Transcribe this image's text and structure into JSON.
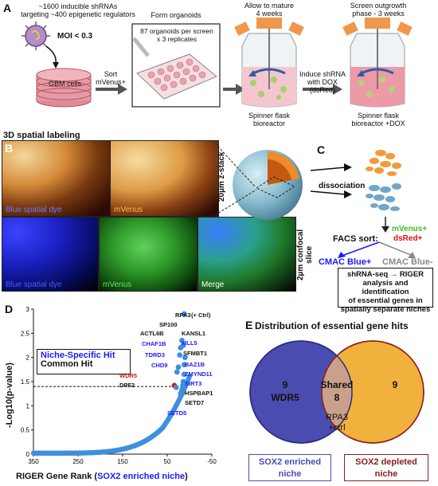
{
  "panel_a": {
    "letter": "A",
    "library_line1": "~1600 inducible shRNAs",
    "library_line2": "targeting ~400 epigenetic regulators",
    "moi": "MOI < 0.3",
    "gbm_label": "GBM cells",
    "sort_line1": "Sort",
    "sort_line2": "mVenus+",
    "form_title": "Form organoids",
    "plate_line1": "87 organoids per screen",
    "plate_line2": "x 3 replicates",
    "mature_line1": "Allow to mature",
    "mature_line2": "4 weeks",
    "spinner1_line1": "Spinner flask",
    "spinner1_line2": "bioreactor",
    "induce_line1": "Induce shRNA",
    "induce_line2": "with DOX (dsRed)",
    "outgrowth_line1": "Screen outgrowth",
    "outgrowth_line2": "phase - 3 weeks",
    "spinner2_line1": "Spinner flask",
    "spinner2_line2": "bioreactor +DOX"
  },
  "panel_b": {
    "title": "3D spatial labeling",
    "letter": "B",
    "img_blue_dye": "Blue spatial dye",
    "img_mvenus": "mVenus",
    "img_blue_dye2": "Blue spatial dye",
    "img_mvenus2": "mVenus",
    "img_merge": "Merge",
    "zstack": "20µm z-stack",
    "confocal": "2µm confocal slice"
  },
  "panel_c": {
    "letter": "C",
    "dissociation": "dissociation",
    "facs": "FACS sort:",
    "mvenus_plus": "mVenus+",
    "dsred_plus": "dsRed+",
    "cmac_blue_plus": "CMAC Blue+",
    "cmac_blue_minus": "CMAC Blue-",
    "box_line1": "shRNA-seq → RIGER",
    "box_line2": "analysis and identification",
    "box_line3": "of essential genes in",
    "box_line4": "spatially separate niches"
  },
  "panel_d": {
    "letter": "D",
    "legend_niche": "Niche-Specific Hit",
    "legend_common": "Common Hit",
    "ylabel": "-Log10(p-value)",
    "xlabel_black": "RIGER Gene Rank (",
    "xlabel_blue": "SOX2 enriched niche",
    "xlabel_end": ")"
  },
  "chart_data": {
    "type": "scatter",
    "xlim": [
      350,
      -50
    ],
    "ylim": [
      0,
      3
    ],
    "x_ticks": [
      350,
      250,
      150,
      50,
      -50
    ],
    "y_ticks": [
      0,
      0.5,
      1,
      1.5,
      2,
      2.5,
      3
    ],
    "threshold_y": 1.4,
    "labels": [
      {
        "gene": "RPA3",
        "suffix": " (+ Ctrl)",
        "x": 12,
        "y": 2.9,
        "kind": "common"
      },
      {
        "gene": "SP100",
        "x": 17,
        "y": 2.35,
        "kind": "common"
      },
      {
        "gene": "KANSL1",
        "x": 14,
        "y": 2.25,
        "kind": "common"
      },
      {
        "gene": "ACTL6B",
        "x": 20,
        "y": 2.2,
        "kind": "common"
      },
      {
        "gene": "CHAF1B",
        "x": 22,
        "y": 2.05,
        "kind": "niche"
      },
      {
        "gene": "MLL5",
        "x": 10,
        "y": 2.0,
        "kind": "niche"
      },
      {
        "gene": "SFMBT1",
        "x": 12,
        "y": 1.85,
        "kind": "common"
      },
      {
        "gene": "TDRD3",
        "x": 25,
        "y": 1.8,
        "kind": "niche"
      },
      {
        "gene": "CHD9",
        "x": 28,
        "y": 1.7,
        "kind": "niche"
      },
      {
        "gene": "BAZ1B",
        "x": 12,
        "y": 1.65,
        "kind": "niche"
      },
      {
        "gene": "WDR5",
        "x": 34,
        "y": 1.42,
        "kind": "highlight"
      },
      {
        "gene": "ZMYND11",
        "x": 14,
        "y": 1.5,
        "kind": "niche"
      },
      {
        "gene": "DPF2",
        "x": 30,
        "y": 1.38,
        "kind": "common"
      },
      {
        "gene": "SIRT3",
        "x": 15,
        "y": 1.42,
        "kind": "niche"
      },
      {
        "gene": "HSPBAP1",
        "x": 16,
        "y": 1.35,
        "kind": "common"
      },
      {
        "gene": "SETD7",
        "x": 18,
        "y": 1.3,
        "kind": "common"
      },
      {
        "gene": "SETD5",
        "x": 20,
        "y": 1.25,
        "kind": "niche"
      }
    ]
  },
  "panel_e": {
    "letter": "E",
    "title": "Distribution of essential gene hits",
    "left_count": "9",
    "left_gene": "WDR5",
    "shared_label": "Shared",
    "shared_count": "8",
    "shared_line1": "RPA3",
    "shared_line2": "+ctrl",
    "right_count": "9",
    "left_box_line1": "SOX2 enriched",
    "left_box_line2": "niche",
    "right_box_line1": "SOX2 depleted",
    "right_box_line2": "niche"
  },
  "colors": {
    "blue": "#1a1aff",
    "red": "#e01010",
    "green": "#3fbf1f",
    "gray": "#888888",
    "venn_left": "#4b4cb0",
    "venn_right": "#f0b23c",
    "scatter_dot": "#3f8fde"
  }
}
